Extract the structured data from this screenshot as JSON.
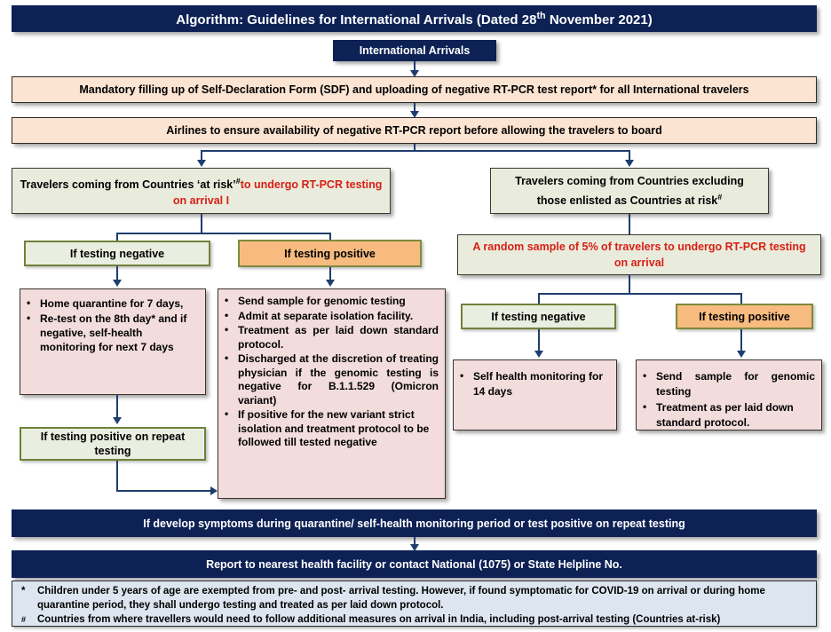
{
  "title_bar": {
    "text_before": "Algorithm: Guidelines for International Arrivals (Dated 28",
    "sup": "th",
    "text_after": " November 2021)"
  },
  "nodes": {
    "international_arrivals": "International Arrivals",
    "sdf": "Mandatory filling up of Self-Declaration Form (SDF) and uploading of negative RT-PCR test report* for all International  travelers",
    "airlines": "Airlines to ensure availability of negative RT-PCR report before allowing the travelers to board",
    "at_risk_black": "Travelers coming from Countries ‘at risk’",
    "at_risk_sup": "#",
    "at_risk_red": "to undergo RT-PCR testing on arrival I",
    "excluding_line1": "Travelers coming from Countries excluding",
    "excluding_line2": "those enlisted as Countries at risk",
    "excluding_sup": "#",
    "random_sample": "A random sample of 5% of travelers to undergo RT-PCR testing on arrival",
    "left_neg": "If testing negative",
    "left_pos": "If testing positive",
    "right_neg": "If testing negative",
    "right_pos": "If testing positive",
    "repeat_positive": "If testing positive on repeat testing",
    "left_neg_actions": [
      "Home quarantine for 7 days,",
      "Re-test on the 8th day* and if negative, self-health monitoring for next 7 days"
    ],
    "left_pos_actions": [
      "Send sample for genomic testing",
      "Admit at separate isolation facility.",
      "Treatment as per laid down standard protocol.",
      "Discharged at the discretion of treating physician if the genomic testing is negative for B.1.1.529 (Omicron variant)",
      "If positive for the new variant strict isolation and treatment protocol to be followed till tested negative"
    ],
    "right_neg_actions": [
      "Self health monitoring for 14 days"
    ],
    "right_pos_actions": [
      "Send sample for genomic testing",
      "Treatment as per laid down standard protocol."
    ],
    "symptoms_bar": "If develop symptoms during quarantine/ self-health monitoring period or test positive on repeat testing",
    "report_bar": "Report to nearest health facility or contact National (1075) or State Helpline No."
  },
  "footnotes": [
    {
      "marker": "*",
      "text": "Children under 5 years of age are exempted from pre- and post- arrival testing. However, if found symptomatic for COVID-19 on arrival or during home quarantine period, they shall undergo testing and treated as per laid down protocol."
    },
    {
      "marker": "#",
      "text": "Countries from where travellers would need to follow additional measures on arrival in India, including post-arrival testing (Countries at-risk)"
    }
  ],
  "colors": {
    "navy": "#0d2155",
    "peach": "#fce4d2",
    "olive": "#e9ecdc",
    "orange": "#f7bb7f",
    "pink": "#f2dcdc",
    "note": "#dde6f0",
    "red_text": "#d81f15",
    "connector": "#1f3d6e"
  }
}
